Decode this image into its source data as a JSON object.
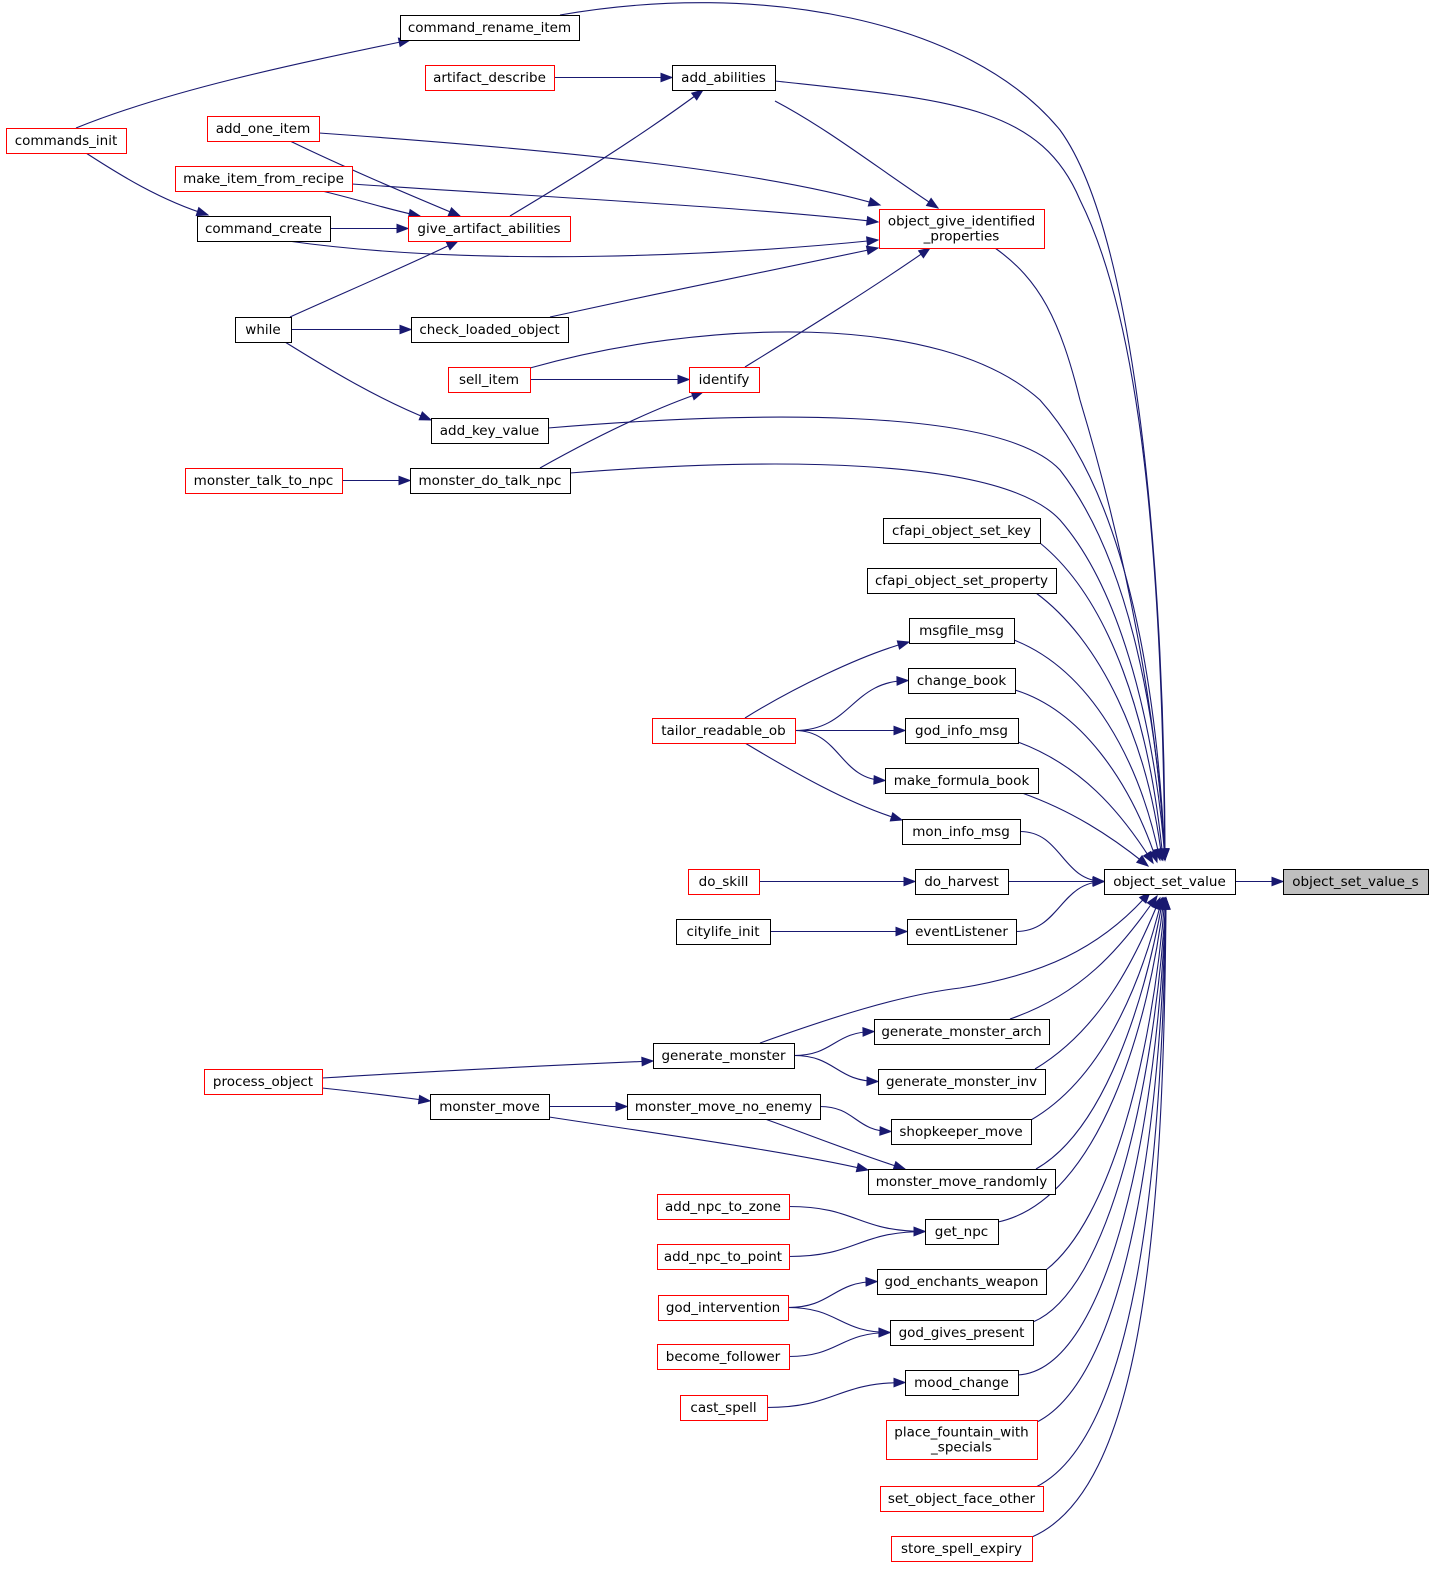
{
  "colors": {
    "edge": "#191970",
    "border_default": "#000000",
    "border_truncated": "#ff0000",
    "current_fill": "#bfbfbf"
  },
  "nodes": [
    {
      "id": "n0",
      "label": "object_set_value_s",
      "style": "current"
    },
    {
      "id": "n1",
      "label": "object_set_value",
      "style": "black"
    },
    {
      "id": "n2",
      "label": "command_rename_item",
      "style": "black"
    },
    {
      "id": "n3",
      "label": "commands_init",
      "style": "red"
    },
    {
      "id": "n4",
      "label": "add_abilities",
      "style": "black"
    },
    {
      "id": "n5",
      "label": "artifact_describe",
      "style": "red"
    },
    {
      "id": "n6",
      "label": "give_artifact_abilities",
      "style": "red"
    },
    {
      "id": "n7",
      "label": "add_one_item",
      "style": "red"
    },
    {
      "id": "n8",
      "label": "make_item_from_recipe",
      "style": "red"
    },
    {
      "id": "n9",
      "label": "command_create",
      "style": "black"
    },
    {
      "id": "n10",
      "label": "while",
      "style": "black"
    },
    {
      "id": "n11",
      "label": "object_give_identified\n_properties",
      "style": "red"
    },
    {
      "id": "n12",
      "label": "check_loaded_object",
      "style": "black"
    },
    {
      "id": "n13",
      "label": "identify",
      "style": "red"
    },
    {
      "id": "n14",
      "label": "sell_item",
      "style": "red"
    },
    {
      "id": "n15",
      "label": "monster_do_talk_npc",
      "style": "black"
    },
    {
      "id": "n16",
      "label": "monster_talk_to_npc",
      "style": "red"
    },
    {
      "id": "n17",
      "label": "add_key_value",
      "style": "black"
    },
    {
      "id": "n18",
      "label": "cfapi_object_set_key",
      "style": "black"
    },
    {
      "id": "n19",
      "label": "cfapi_object_set_property",
      "style": "black"
    },
    {
      "id": "n20",
      "label": "msgfile_msg",
      "style": "black"
    },
    {
      "id": "n21",
      "label": "tailor_readable_ob",
      "style": "red"
    },
    {
      "id": "n22",
      "label": "change_book",
      "style": "black"
    },
    {
      "id": "n23",
      "label": "god_info_msg",
      "style": "black"
    },
    {
      "id": "n24",
      "label": "make_formula_book",
      "style": "black"
    },
    {
      "id": "n25",
      "label": "mon_info_msg",
      "style": "black"
    },
    {
      "id": "n26",
      "label": "do_harvest",
      "style": "black"
    },
    {
      "id": "n27",
      "label": "do_skill",
      "style": "red"
    },
    {
      "id": "n28",
      "label": "eventListener",
      "style": "black"
    },
    {
      "id": "n29",
      "label": "citylife_init",
      "style": "black"
    },
    {
      "id": "n30",
      "label": "generate_monster",
      "style": "black"
    },
    {
      "id": "n31",
      "label": "process_object",
      "style": "red"
    },
    {
      "id": "n32",
      "label": "generate_monster_arch",
      "style": "black"
    },
    {
      "id": "n33",
      "label": "generate_monster_inv",
      "style": "black"
    },
    {
      "id": "n34",
      "label": "monster_move_no_enemy",
      "style": "black"
    },
    {
      "id": "n35",
      "label": "monster_move",
      "style": "black"
    },
    {
      "id": "n36",
      "label": "shopkeeper_move",
      "style": "black"
    },
    {
      "id": "n37",
      "label": "monster_move_randomly",
      "style": "black"
    },
    {
      "id": "n38",
      "label": "get_npc",
      "style": "black"
    },
    {
      "id": "n39",
      "label": "add_npc_to_zone",
      "style": "red"
    },
    {
      "id": "n40",
      "label": "add_npc_to_point",
      "style": "red"
    },
    {
      "id": "n41",
      "label": "god_enchants_weapon",
      "style": "black"
    },
    {
      "id": "n42",
      "label": "god_intervention",
      "style": "red"
    },
    {
      "id": "n43",
      "label": "god_gives_present",
      "style": "black"
    },
    {
      "id": "n44",
      "label": "become_follower",
      "style": "red"
    },
    {
      "id": "n45",
      "label": "mood_change",
      "style": "black"
    },
    {
      "id": "n46",
      "label": "cast_spell",
      "style": "red"
    },
    {
      "id": "n47",
      "label": "place_fountain_with\n_specials",
      "style": "red"
    },
    {
      "id": "n48",
      "label": "set_object_face_other",
      "style": "red"
    },
    {
      "id": "n49",
      "label": "store_spell_expiry",
      "style": "red"
    }
  ],
  "edges": [
    [
      "n1",
      "n0"
    ],
    [
      "n2",
      "n1"
    ],
    [
      "n3",
      "n2"
    ],
    [
      "n4",
      "n1"
    ],
    [
      "n5",
      "n4"
    ],
    [
      "n6",
      "n4"
    ],
    [
      "n7",
      "n6"
    ],
    [
      "n8",
      "n6"
    ],
    [
      "n9",
      "n6"
    ],
    [
      "n10",
      "n6"
    ],
    [
      "n3",
      "n9"
    ],
    [
      "n11",
      "n1"
    ],
    [
      "n4",
      "n11"
    ],
    [
      "n7",
      "n11"
    ],
    [
      "n8",
      "n11"
    ],
    [
      "n9",
      "n11"
    ],
    [
      "n12",
      "n11"
    ],
    [
      "n13",
      "n11"
    ],
    [
      "n10",
      "n12"
    ],
    [
      "n14",
      "n1"
    ],
    [
      "n14",
      "n13"
    ],
    [
      "n15",
      "n13"
    ],
    [
      "n17",
      "n1"
    ],
    [
      "n10",
      "n17"
    ],
    [
      "n15",
      "n1"
    ],
    [
      "n16",
      "n15"
    ],
    [
      "n18",
      "n1"
    ],
    [
      "n19",
      "n1"
    ],
    [
      "n20",
      "n1"
    ],
    [
      "n21",
      "n20"
    ],
    [
      "n22",
      "n1"
    ],
    [
      "n21",
      "n22"
    ],
    [
      "n23",
      "n1"
    ],
    [
      "n21",
      "n23"
    ],
    [
      "n24",
      "n1"
    ],
    [
      "n21",
      "n24"
    ],
    [
      "n25",
      "n1"
    ],
    [
      "n21",
      "n25"
    ],
    [
      "n26",
      "n1"
    ],
    [
      "n27",
      "n26"
    ],
    [
      "n28",
      "n1"
    ],
    [
      "n29",
      "n28"
    ],
    [
      "n30",
      "n1"
    ],
    [
      "n31",
      "n30"
    ],
    [
      "n32",
      "n1"
    ],
    [
      "n30",
      "n32"
    ],
    [
      "n33",
      "n1"
    ],
    [
      "n30",
      "n33"
    ],
    [
      "n35",
      "n34"
    ],
    [
      "n31",
      "n35"
    ],
    [
      "n36",
      "n1"
    ],
    [
      "n34",
      "n36"
    ],
    [
      "n37",
      "n1"
    ],
    [
      "n34",
      "n37"
    ],
    [
      "n35",
      "n37"
    ],
    [
      "n38",
      "n1"
    ],
    [
      "n39",
      "n38"
    ],
    [
      "n40",
      "n38"
    ],
    [
      "n41",
      "n1"
    ],
    [
      "n42",
      "n41"
    ],
    [
      "n43",
      "n1"
    ],
    [
      "n42",
      "n43"
    ],
    [
      "n44",
      "n43"
    ],
    [
      "n45",
      "n1"
    ],
    [
      "n46",
      "n45"
    ],
    [
      "n47",
      "n1"
    ],
    [
      "n48",
      "n1"
    ],
    [
      "n49",
      "n1"
    ]
  ]
}
